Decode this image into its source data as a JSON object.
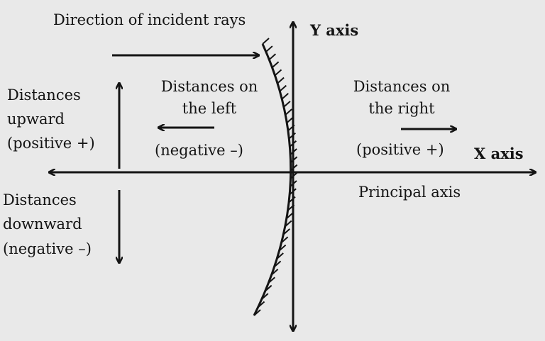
{
  "diagram": {
    "incident_rays_label": "Direction of incident rays",
    "y_axis_label": "Y axis",
    "x_axis_label": "X axis",
    "principal_axis_label": "Principal axis",
    "upward": [
      "Distances",
      "upward",
      "(positive +)"
    ],
    "left": [
      "Distances on",
      "the left",
      "(negative –)"
    ],
    "right": [
      "Distances on",
      "the right",
      "(positive +)"
    ],
    "downward": [
      "Distances",
      "downward",
      "(negative –)"
    ]
  }
}
